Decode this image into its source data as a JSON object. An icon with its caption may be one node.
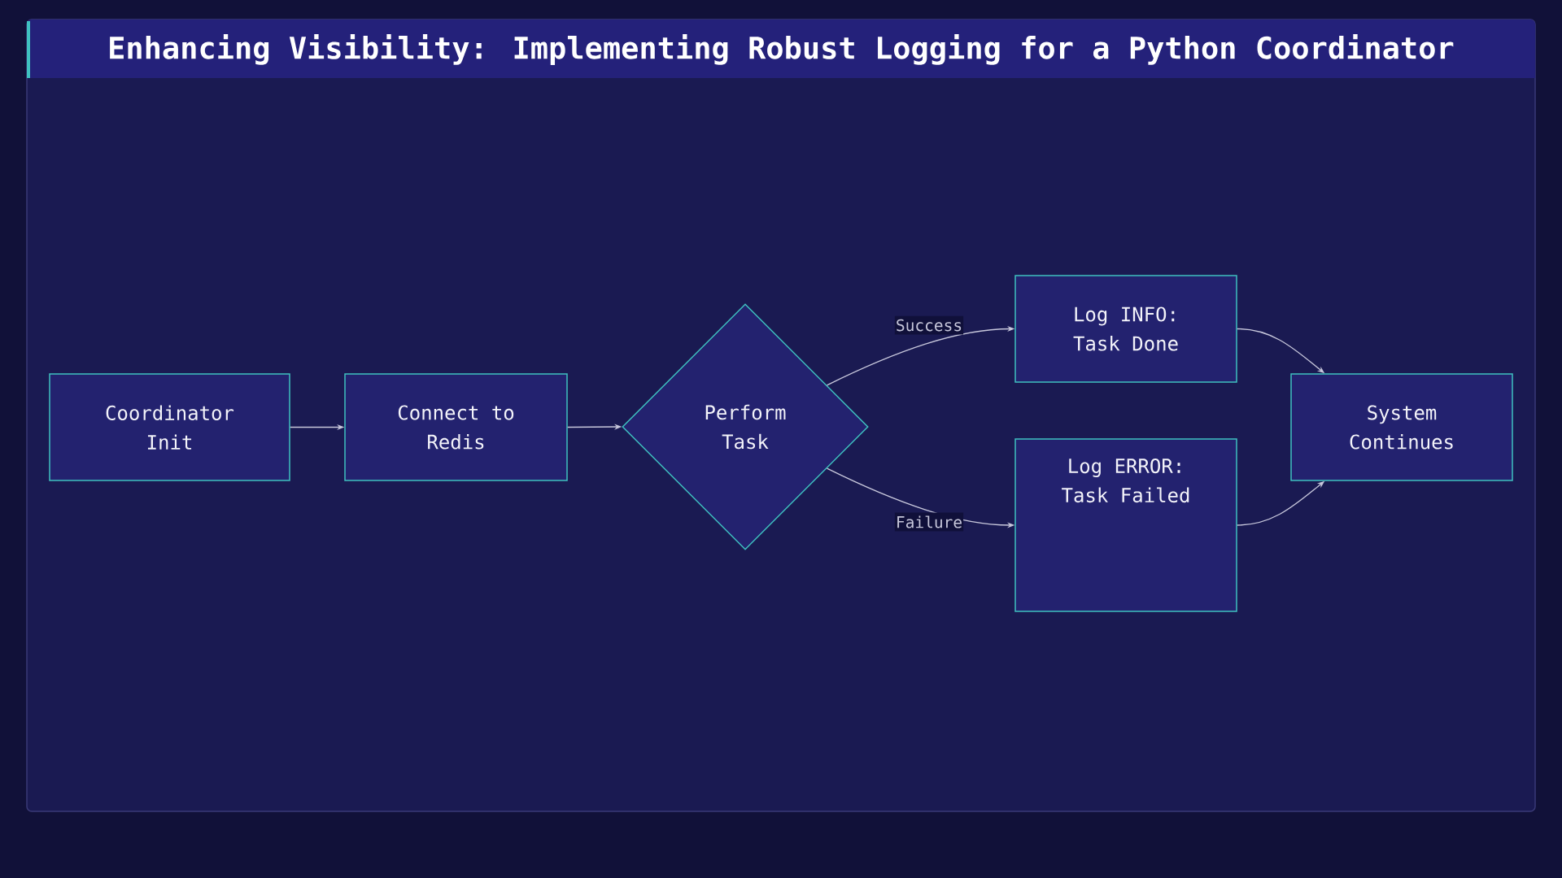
{
  "diagram": {
    "title": "Enhancing Visibility: Implementing Robust Logging for a Python Coordinator",
    "nodes": [
      {
        "text": [
          "Coordinator Init"
        ]
      },
      {
        "text": [
          "Connect to Redis"
        ]
      },
      {
        "text": [
          "Perform Task"
        ]
      },
      {
        "text": [
          "Log INFO: Task Done"
        ]
      },
      {
        "text": [
          "Log ERROR: Task Failed"
        ]
      },
      {
        "text": [
          "System Continues"
        ]
      }
    ],
    "edges": [
      {
        "from": 0,
        "to": 1,
        "arrow": "to"
      },
      {
        "from": 1,
        "to": 2,
        "arrow": "to"
      },
      {
        "from": 2,
        "to": 3,
        "arrow": "to",
        "label": "Success"
      },
      {
        "from": 2,
        "to": 4,
        "arrow": "to",
        "label": "Failure"
      },
      {
        "from": 3,
        "to": 5,
        "arrow": "to"
      },
      {
        "from": 4,
        "to": 5,
        "arrow": "to"
      }
    ]
  }
}
